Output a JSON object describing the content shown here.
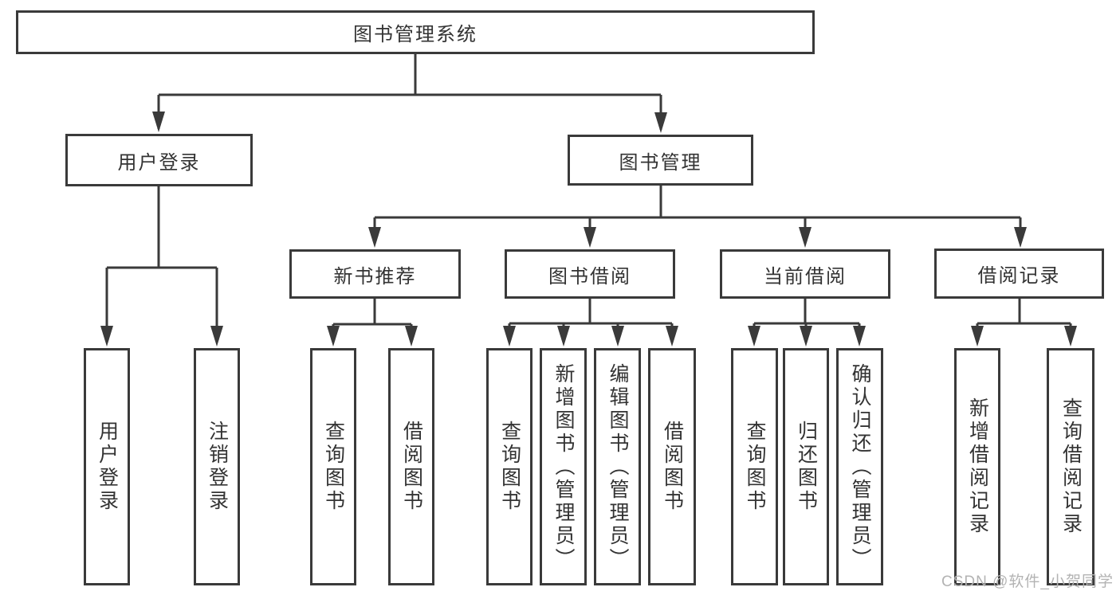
{
  "diagram_title": "图书管理系统",
  "colors": {
    "line": "#3a3a3a",
    "box_border": "#3a3a3a",
    "text": "#333333",
    "background": "#ffffff",
    "watermark": "#b3b3b3"
  },
  "nodes": {
    "root": "图书管理系统",
    "user_login": "用户登录",
    "book_management": "图书管理",
    "new_book_recommend": "新书推荐",
    "book_borrow": "图书借阅",
    "current_borrow": "当前借阅",
    "borrow_record": "借阅记录",
    "user_login_leaf": "用户登录",
    "logout_leaf": "注销登录",
    "query_book_recommend": "查询图书",
    "borrow_book_recommend": "借阅图书",
    "query_book_borrow": "查询图书",
    "add_book_admin": "新增图书（管理员）",
    "edit_book_admin": "编辑图书（管理员）",
    "borrow_book_borrow": "借阅图书",
    "query_book_current": "查询图书",
    "return_book": "归还图书",
    "confirm_return_admin": "确认归还（管理员）",
    "add_borrow_record": "新增借阅记录",
    "query_borrow_record": "查询借阅记录"
  },
  "hierarchy": {
    "图书管理系统": {
      "用户登录": [
        "用户登录",
        "注销登录"
      ],
      "图书管理": {
        "新书推荐": [
          "查询图书",
          "借阅图书"
        ],
        "图书借阅": [
          "查询图书",
          "新增图书（管理员）",
          "编辑图书（管理员）",
          "借阅图书"
        ],
        "当前借阅": [
          "查询图书",
          "归还图书",
          "确认归还（管理员）"
        ],
        "借阅记录": [
          "新增借阅记录",
          "查询借阅记录"
        ]
      }
    }
  },
  "watermark": "CSDN @软件_小贺同学"
}
